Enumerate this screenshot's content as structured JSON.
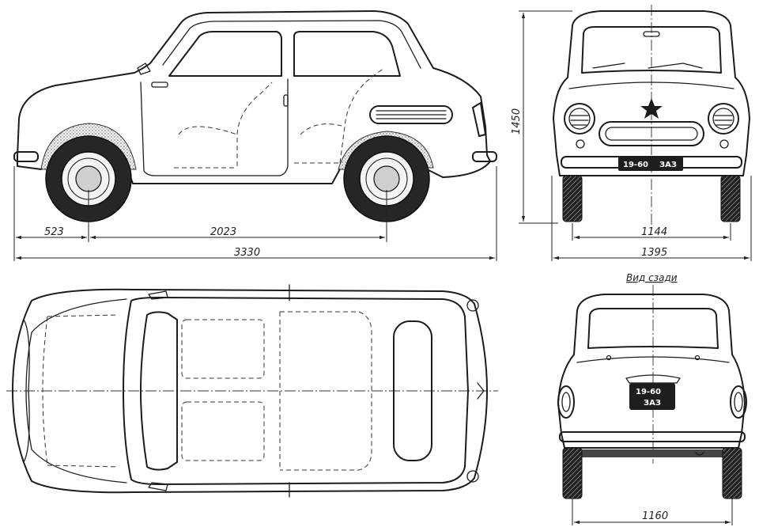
{
  "views": {
    "side": {
      "name": "side-view"
    },
    "front": {
      "name": "front-view"
    },
    "top": {
      "name": "top-view"
    },
    "rear": {
      "name": "rear-view",
      "caption": "Вид сзади"
    }
  },
  "dimensions": {
    "front_overhang": "523",
    "wheelbase": "2023",
    "overall_length": "3330",
    "height": "1450",
    "front_track": "1144",
    "overall_width": "1395",
    "rear_track": "1160"
  },
  "plates": {
    "front": {
      "number": "19-60",
      "series": "ЗАЗ"
    },
    "rear": {
      "number": "19-60",
      "series": "ЗАЗ"
    }
  },
  "colors": {
    "ink": "#1c1c1c",
    "paper": "#ffffff"
  }
}
